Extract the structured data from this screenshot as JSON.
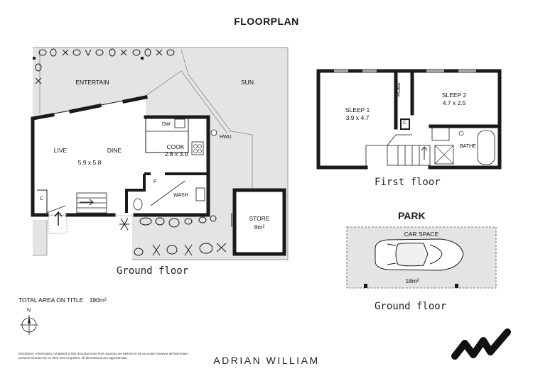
{
  "title": "FLOORPLAN",
  "ground_floor": {
    "caption": "Ground floor",
    "rooms": {
      "entertain": "ENTERTAIN",
      "sun": "SUN",
      "live": "LIVE",
      "dine": "DINE",
      "live_dine_size": "5.9 x 5.8",
      "cook": "COOK",
      "cook_size": "2.8 x 3.0",
      "dw": "DW",
      "hwu": "HWU",
      "f": "F",
      "wash": "WASH",
      "c": "C",
      "store": "STORE",
      "store_size": "8m²"
    }
  },
  "first_floor": {
    "caption": "First floor",
    "rooms": {
      "sleep1": "SLEEP 1",
      "sleep1_size": "3.9 x 4.7",
      "sleep2": "SLEEP 2",
      "sleep2_size": "4.7 x 2.5",
      "robe": "ROBE",
      "c": "C",
      "bathe": "BATHE"
    }
  },
  "park": {
    "heading": "PARK",
    "car_space": "CAR SPACE",
    "size": "18m²",
    "caption": "Ground floor"
  },
  "total_area": {
    "label": "TOTAL AREA ON TITLE",
    "value": "190m²"
  },
  "north": "N",
  "disclaimer": "Disclaimer: Information contained in this document are from sources we believe to be accurate however all interested persons should rely on their own enquiries. All dimensions are approximate.",
  "brand": "ADRIAN WILLIAM"
}
